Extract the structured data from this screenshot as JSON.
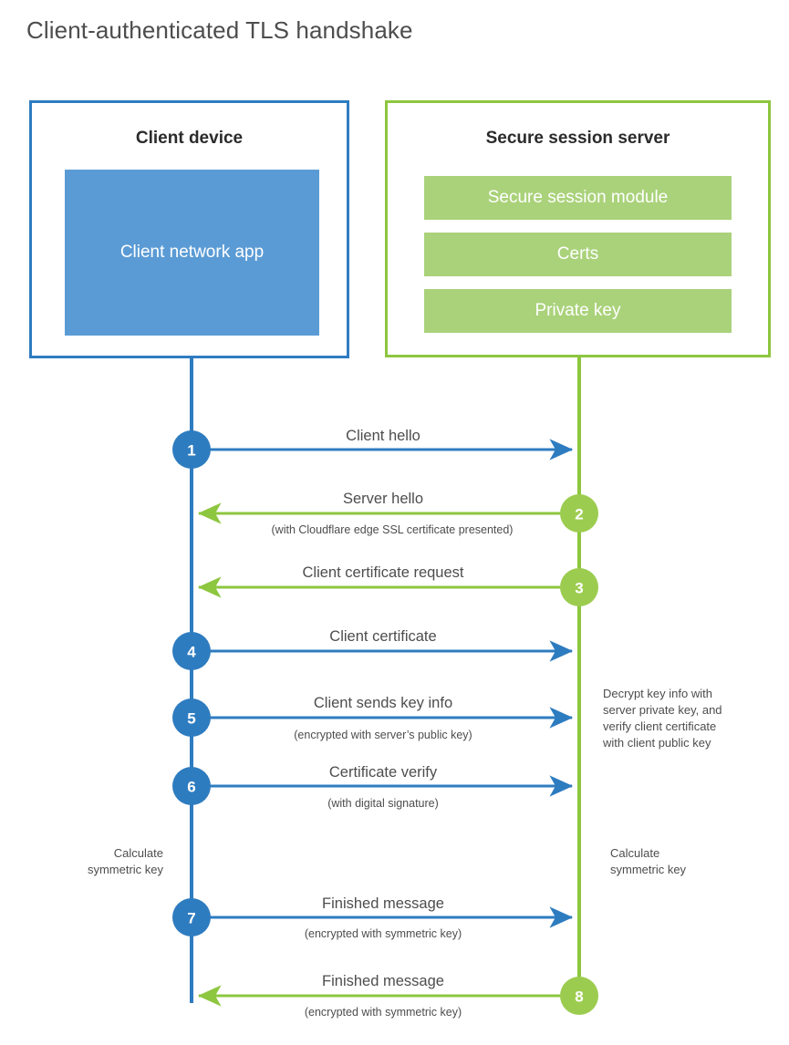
{
  "title": "Client-authenticated TLS handshake",
  "colors": {
    "client_blue": "#2e7cc0",
    "client_app_fill": "#5b9bd5",
    "server_green": "#8dc63f",
    "server_bar_fill": "#aad27a",
    "text_gray": "#4d4d4d",
    "heading_dark": "#2b2b2b",
    "background": "#ffffff"
  },
  "actors": {
    "client": {
      "title": "Client device",
      "components": [
        "Client network app"
      ]
    },
    "server": {
      "title": "Secure session server",
      "components": [
        "Secure session module",
        "Certs",
        "Private key"
      ]
    }
  },
  "steps": [
    {
      "number": "1",
      "label": "Client hello",
      "sublabel": "",
      "direction": "right",
      "side": "client"
    },
    {
      "number": "2",
      "label": "Server hello",
      "sublabel": "(with Cloudflare edge SSL certificate presented)",
      "direction": "left",
      "side": "server"
    },
    {
      "number": "3",
      "label": "Client certificate request",
      "sublabel": "",
      "direction": "left",
      "side": "server"
    },
    {
      "number": "4",
      "label": "Client certificate",
      "sublabel": "",
      "direction": "right",
      "side": "client"
    },
    {
      "number": "5",
      "label": "Client sends key info",
      "sublabel": "(encrypted with server’s public key)",
      "direction": "right",
      "side": "client"
    },
    {
      "number": "6",
      "label": "Certificate verify",
      "sublabel": "(with digital signature)",
      "direction": "right",
      "side": "client"
    },
    {
      "number": "7",
      "label": "Finished message",
      "sublabel": "(encrypted with symmetric key)",
      "direction": "right",
      "side": "client"
    },
    {
      "number": "8",
      "label": "Finished message",
      "sublabel": "(encrypted with symmetric key)",
      "direction": "left",
      "side": "server"
    }
  ],
  "notes": {
    "server_decrypt": {
      "lines": [
        "Decrypt key info with",
        "server private key, and",
        "verify client certificate",
        "with client public key"
      ]
    },
    "client_calculate": {
      "lines": [
        "Calculate",
        "symmetric key"
      ]
    },
    "server_calculate": {
      "lines": [
        "Calculate",
        "symmetric key"
      ]
    }
  }
}
